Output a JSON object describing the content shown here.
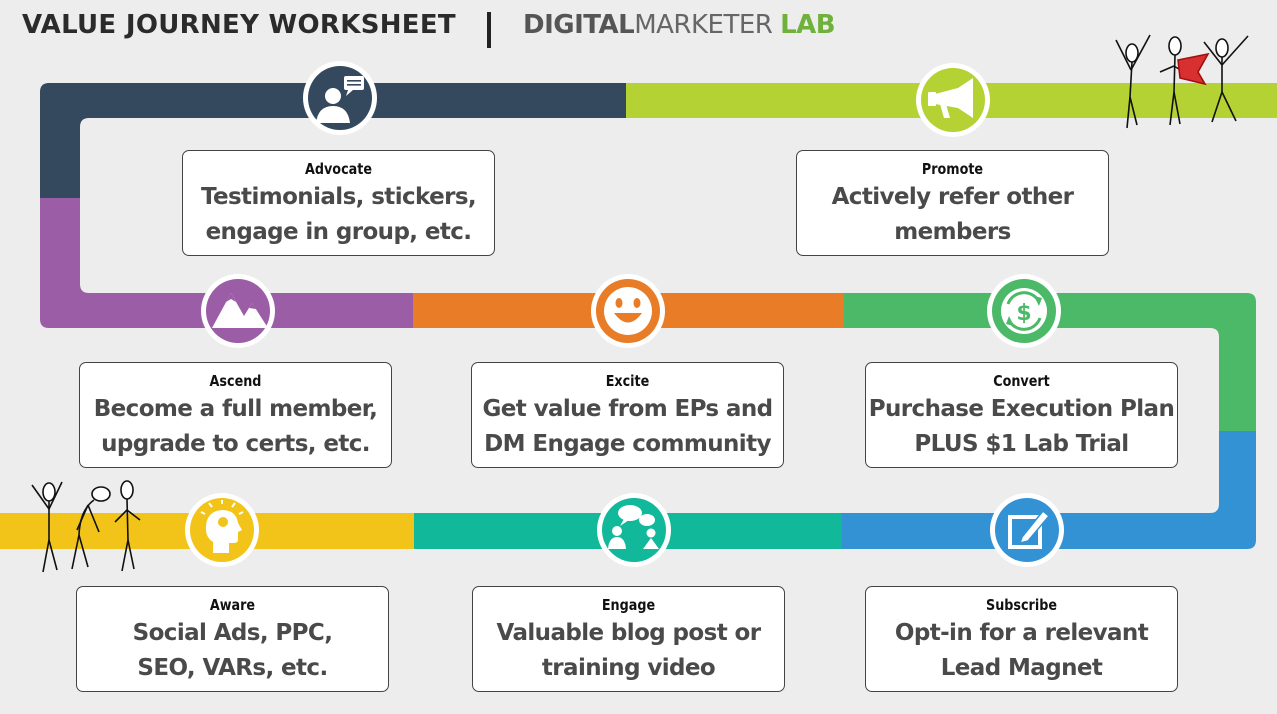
{
  "header": {
    "title": "VALUE JOURNEY WORKSHEET",
    "brand_bold": "DIGITAL",
    "brand_regular": "MARKETER",
    "brand_accent": "LAB"
  },
  "stages": [
    {
      "key": "aware",
      "label": "Aware",
      "description": "Social Ads, PPC,\nSEO, VARs, etc.",
      "color": "#f2c419",
      "icon": "head-lightbulb-icon"
    },
    {
      "key": "engage",
      "label": "Engage",
      "description": "Valuable blog post or\ntraining video",
      "color": "#12b89a",
      "icon": "people-chat-icon"
    },
    {
      "key": "subscribe",
      "label": "Subscribe",
      "description": "Opt-in for a relevant\nLead Magnet",
      "color": "#3392d4",
      "icon": "edit-pencil-icon"
    },
    {
      "key": "convert",
      "label": "Convert",
      "description": "Purchase Execution Plan\nPLUS $1 Lab Trial",
      "color": "#4bb967",
      "icon": "dollar-cycle-icon"
    },
    {
      "key": "excite",
      "label": "Excite",
      "description": "Get value from EPs and\nDM Engage community",
      "color": "#e87c27",
      "icon": "smiley-face-icon"
    },
    {
      "key": "ascend",
      "label": "Ascend",
      "description": "Become a full member,\nupgrade to certs, etc.",
      "color": "#9a5da6",
      "icon": "mountains-icon"
    },
    {
      "key": "advocate",
      "label": "Advocate",
      "description": "Testimonials, stickers,\nengage in group, etc.",
      "color": "#34495e",
      "icon": "person-speech-icon"
    },
    {
      "key": "promote",
      "label": "Promote",
      "description": "Actively refer other\nmembers",
      "color": "#b4d234",
      "icon": "megaphone-icon"
    }
  ]
}
